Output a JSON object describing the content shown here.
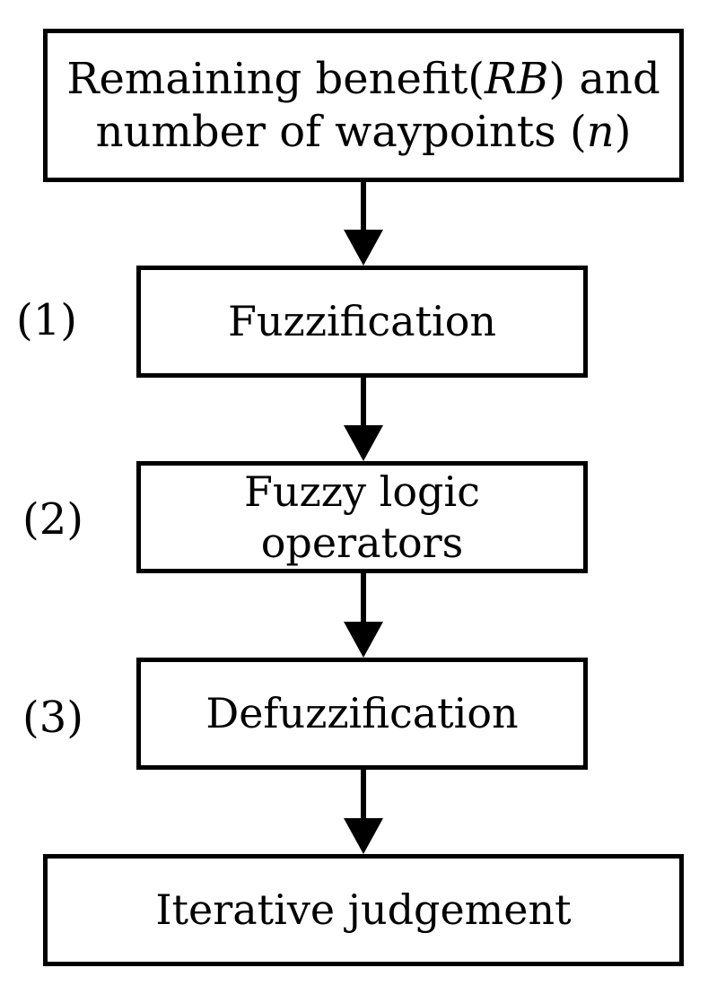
{
  "diagram": {
    "input_box": {
      "line1_text": "Remaining benefit(",
      "line1_var": "RB",
      "line1_end": ") and",
      "line2_text": "number of waypoints (",
      "line2_var": "n",
      "line2_end": ")"
    },
    "fuzzification": "Fuzzification",
    "operators": {
      "line1": "Fuzzy logic",
      "line2": "operators"
    },
    "defuzzification": "Defuzzification",
    "iterative": "Iterative judgement",
    "steps": [
      "(1)",
      "(2)",
      "(3)"
    ]
  }
}
